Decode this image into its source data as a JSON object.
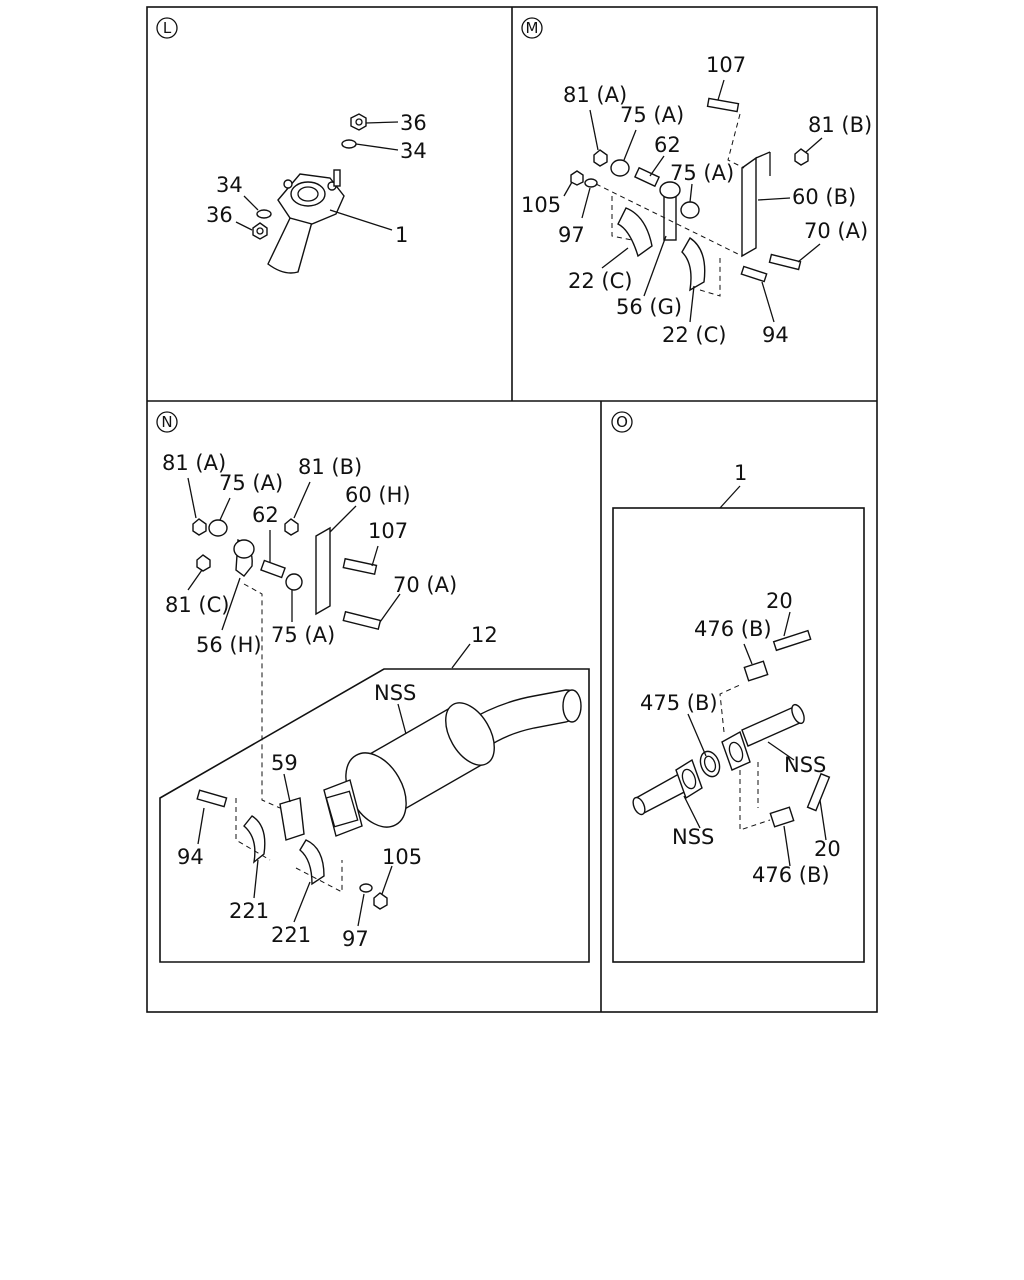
{
  "panels": {
    "L": {
      "letter": "L",
      "labels": [
        "36",
        "34",
        "34",
        "36",
        "1"
      ]
    },
    "M": {
      "letter": "M",
      "labels": [
        "107",
        "81 (A)",
        "75 (A)",
        "62",
        "81 (B)",
        "75 (A)",
        "105",
        "60 (B)",
        "97",
        "70 (A)",
        "22 (C)",
        "56 (G)",
        "22 (C)",
        "94"
      ]
    },
    "N": {
      "letter": "N",
      "labels": [
        "81 (A)",
        "75 (A)",
        "81 (B)",
        "60 (H)",
        "62",
        "107",
        "70 (A)",
        "81 (C)",
        "56 (H)",
        "75 (A)",
        "12",
        "NSS",
        "59",
        "94",
        "105",
        "221",
        "221",
        "97"
      ]
    },
    "O": {
      "letter": "O",
      "labels": [
        "1",
        "20",
        "476 (B)",
        "475 (B)",
        "NSS",
        "NSS",
        "20",
        "476 (B)"
      ]
    }
  }
}
